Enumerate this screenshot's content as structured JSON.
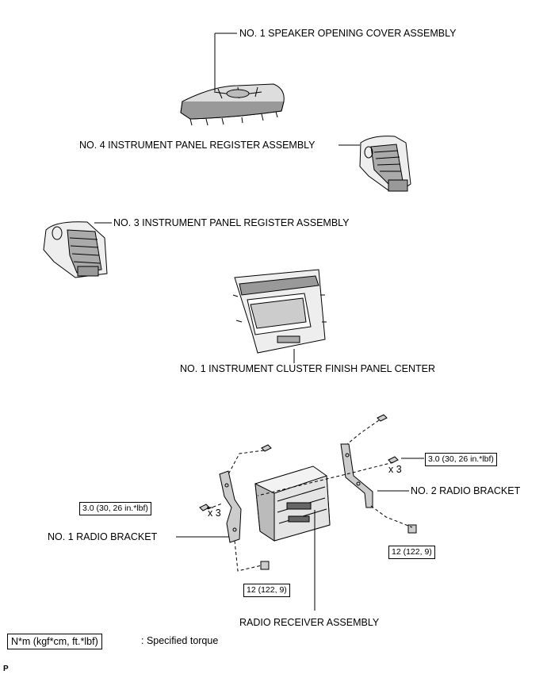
{
  "labels": {
    "speaker_cover": "NO. 1 SPEAKER OPENING COVER ASSEMBLY",
    "register_4": "NO. 4 INSTRUMENT PANEL REGISTER ASSEMBLY",
    "register_3": "NO. 3 INSTRUMENT PANEL REGISTER ASSEMBLY",
    "cluster_panel": "NO. 1 INSTRUMENT CLUSTER FINISH PANEL CENTER",
    "radio_bracket_2": "NO. 2 RADIO BRACKET",
    "radio_bracket_1": "NO. 1 RADIO BRACKET",
    "radio_receiver": "RADIO RECEIVER ASSEMBLY"
  },
  "torques": {
    "right_upper": "3.0 (30, 26 in.*lbf)",
    "left_middle": "3.0 (30, 26 in.*lbf)",
    "right_lower": "12 (122, 9)",
    "center_lower": "12 (122, 9)"
  },
  "quantities": {
    "right": "x 3",
    "left": "x 3"
  },
  "legend": {
    "unit": "N*m (kgf*cm, ft.*lbf)",
    "meaning": ": Specified torque"
  },
  "corner_code": "P"
}
